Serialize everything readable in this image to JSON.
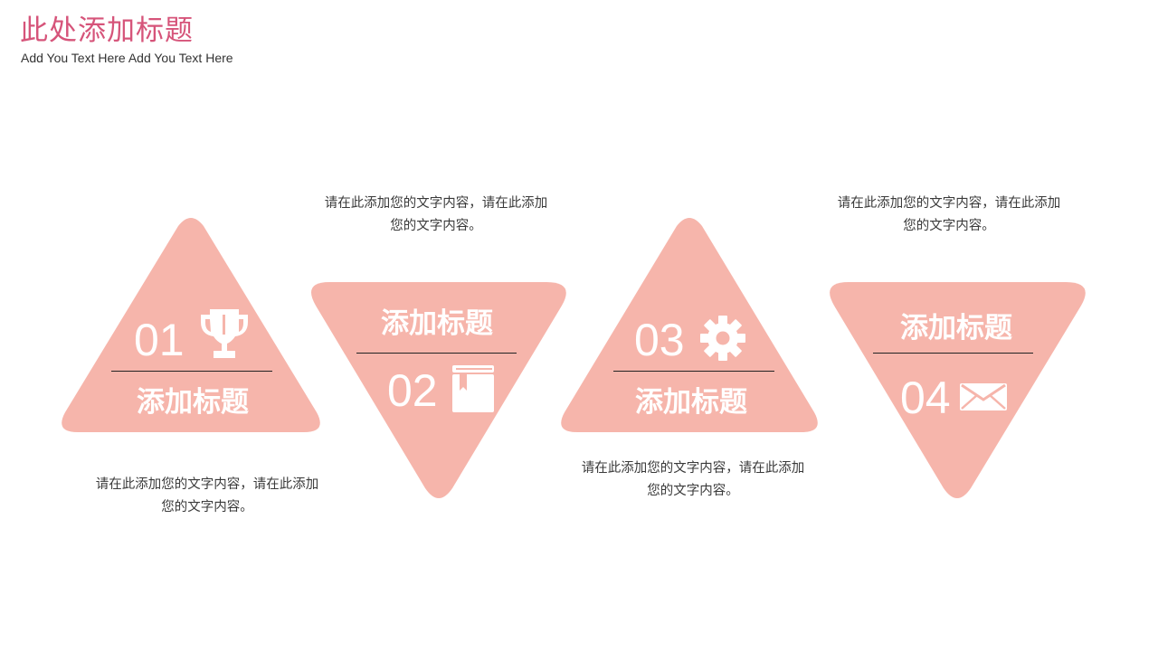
{
  "header": {
    "title": "此处添加标题",
    "subtitle": "Add You Text Here Add You Text Here"
  },
  "colors": {
    "accent": "#f6b5ab",
    "title": "#d6547a",
    "text": "#3a3a3a"
  },
  "steps": [
    {
      "number": "01",
      "title": "添加标题",
      "icon": "trophy-icon",
      "shape": "triangle-up",
      "desc_line1": "请在此添加您的文字内容，请在此添加",
      "desc_line2": "您的文字内容。"
    },
    {
      "number": "02",
      "title": "添加标题",
      "icon": "book-icon",
      "shape": "triangle-down",
      "desc_line1": "请在此添加您的文字内容，请在此添加",
      "desc_line2": "您的文字内容。"
    },
    {
      "number": "03",
      "title": "添加标题",
      "icon": "gear-icon",
      "shape": "triangle-up",
      "desc_line1": "请在此添加您的文字内容，请在此添加",
      "desc_line2": "您的文字内容。"
    },
    {
      "number": "04",
      "title": "添加标题",
      "icon": "envelope-icon",
      "shape": "triangle-down",
      "desc_line1": "请在此添加您的文字内容，请在此添加",
      "desc_line2": "您的文字内容。"
    }
  ]
}
